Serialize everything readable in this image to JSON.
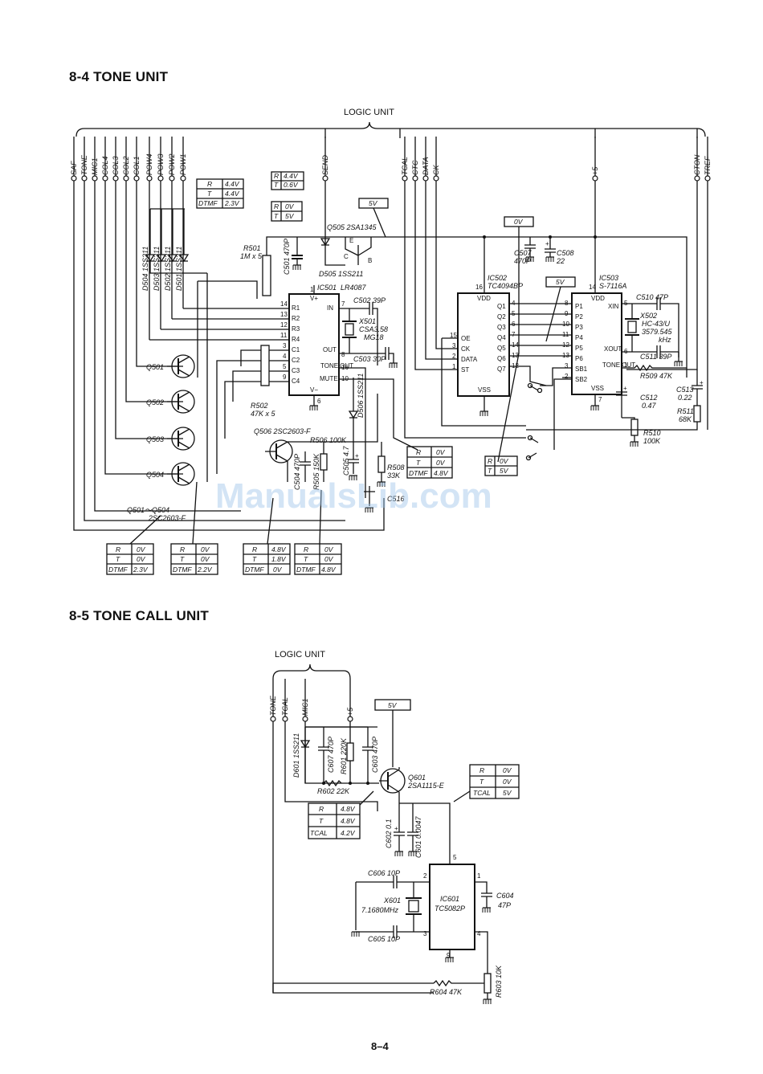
{
  "headings": {
    "tone_unit": "8-4  TONE UNIT",
    "tone_call_unit": "8-5  TONE CALL UNIT"
  },
  "page_number": "8–4",
  "watermark": "ManualsLib.com",
  "tone_unit": {
    "logic_unit_label": "LOGIC UNIT",
    "left_connectors": [
      "SAF",
      "TONE",
      "MIC1",
      "COL4",
      "COL3",
      "COL2",
      "COL1",
      "POW4",
      "POW3",
      "POW2",
      "POW1"
    ],
    "send_label": "SEND",
    "mid_connectors": [
      "TCAL",
      "CTC",
      "DATA",
      "CK"
    ],
    "plus5_label": "+5",
    "right_connectors": [
      "CTON",
      "TREF"
    ],
    "ic501": {
      "ref": "IC501",
      "part": "LR4087",
      "pins_left": [
        "R1",
        "R2",
        "R3",
        "R4",
        "C1",
        "C2",
        "C3",
        "C4"
      ],
      "pins_right": [
        "IN",
        "OUT",
        "TONE OUT",
        "MUTE"
      ],
      "vplus": "V+",
      "vminus": "V−"
    },
    "ic502": {
      "ref": "IC502",
      "part": "TC4094BP",
      "vdd": "VDD",
      "vss": "VSS",
      "pins_left": [
        "OE",
        "CK",
        "DATA",
        "ST"
      ],
      "pins_right": [
        "Q1",
        "Q2",
        "Q3",
        "Q4",
        "Q5",
        "Q6",
        "Q7"
      ]
    },
    "ic503": {
      "ref": "IC503",
      "part": "S-7116A",
      "vdd": "VDD",
      "vss": "VSS",
      "pins_left": [
        "P1",
        "P2",
        "P3",
        "P4",
        "P5",
        "P6",
        "SB1",
        "SB2"
      ],
      "xin": "XIN",
      "xout": "XOUT",
      "tone_out": "TONE OUT"
    },
    "components": {
      "r501": "R501",
      "r501_val": "1M x 5",
      "r502": "R502",
      "r502_val": "47K x 5",
      "c501": "C501 470P",
      "q505": "Q505 2SA1345",
      "d505": "D505 1SS211",
      "c502": "C502 39P",
      "x501": "X501",
      "x501_val": "CSA3.58",
      "x501_val2": "MG18",
      "c503": "C503 30P",
      "c507": "C507",
      "c507_val": "470P",
      "c508": "C508",
      "c508_val": "22",
      "c510": "C510 47P",
      "x502": "X502",
      "x502_val": "HC-43/U",
      "x502_freq": "3579.545",
      "x502_unit": "kHz",
      "c511": "C511 39P",
      "r509": "R509 47K",
      "c512": "C512",
      "c512_val": "0.47",
      "r510": "R510",
      "r510_val": "100K",
      "c513": "C513",
      "c513_val": "0.22",
      "r511": "R511",
      "r511_val": "68K",
      "q506": "Q506 2SC2603-F",
      "r506": "R506 100K",
      "d506": "D506 1SS211",
      "c504": "C504 470P",
      "r505": "R505 150K",
      "c505": "C505 4.7",
      "r508": "R508",
      "r508_val": "33K",
      "c516": "C516",
      "q501": "Q501",
      "q502": "Q502",
      "q503": "Q503",
      "q504": "Q504",
      "q_note": "Q501～Q504",
      "q_part": "2SC2603-F",
      "diodes": [
        "D504 1SS211",
        "D503 1SS211",
        "D502 1SS211",
        "D501 1SS211"
      ]
    },
    "voltage_boxes": {
      "five_v_a": "5V",
      "zero_v": "0V",
      "five_v_b": "5V",
      "send_table": [
        [
          "R",
          "4.4V"
        ],
        [
          "T",
          "0.6V"
        ]
      ],
      "pow_table": [
        [
          "R",
          "4.4V"
        ],
        [
          "T",
          "4.4V"
        ],
        [
          "DTMF",
          "2.3V"
        ]
      ],
      "r501_table": [
        [
          "R",
          "0V"
        ],
        [
          "T",
          "5V"
        ]
      ],
      "mute_table": [
        [
          "R",
          "0V"
        ],
        [
          "T",
          "0V"
        ],
        [
          "DTMF",
          "4.8V"
        ]
      ],
      "ic502_table": [
        [
          "R",
          "0V"
        ],
        [
          "T",
          "5V"
        ]
      ],
      "bottom_1": [
        [
          "R",
          "0V"
        ],
        [
          "T",
          "0V"
        ],
        [
          "DTMF",
          "2.3V"
        ]
      ],
      "bottom_2": [
        [
          "R",
          "0V"
        ],
        [
          "T",
          "0V"
        ],
        [
          "DTMF",
          "2.2V"
        ]
      ],
      "bottom_3": [
        [
          "R",
          "4.8V"
        ],
        [
          "T",
          "1.8V"
        ],
        [
          "DTMF",
          "0V"
        ]
      ],
      "bottom_4": [
        [
          "R",
          "0V"
        ],
        [
          "T",
          "0V"
        ],
        [
          "DTMF",
          "4.8V"
        ]
      ]
    }
  },
  "tone_call_unit": {
    "logic_unit_label": "LOGIC UNIT",
    "connectors": [
      "TONE",
      "TCAL",
      "MIC1",
      "+5"
    ],
    "five_v": "5V",
    "components": {
      "d601": "D601 1SS211",
      "c607": "C607 470P",
      "r601": "R601 220K",
      "c603": "C603 470P",
      "r602": "R602 22K",
      "q601": "Q601",
      "q601_part": "2SA1115-E",
      "c602": "C602 0.1",
      "c601": "C601 0.0047",
      "c606": "C606 10P",
      "x601": "X601",
      "x601_val": "7.1680MHz",
      "c605": "C605 10P",
      "ic601": "IC601",
      "ic601_part": "TC5082P",
      "c604": "C604",
      "c604_val": "47P",
      "r603": "R603 10K",
      "r604": "R604 47K"
    },
    "q601_table": [
      [
        "R",
        "0V"
      ],
      [
        "T",
        "0V"
      ],
      [
        "TCAL",
        "5V"
      ]
    ],
    "r602_table": [
      [
        "R",
        "4.8V"
      ],
      [
        "T",
        "4.8V"
      ],
      [
        "TCAL",
        "4.2V"
      ]
    ]
  }
}
